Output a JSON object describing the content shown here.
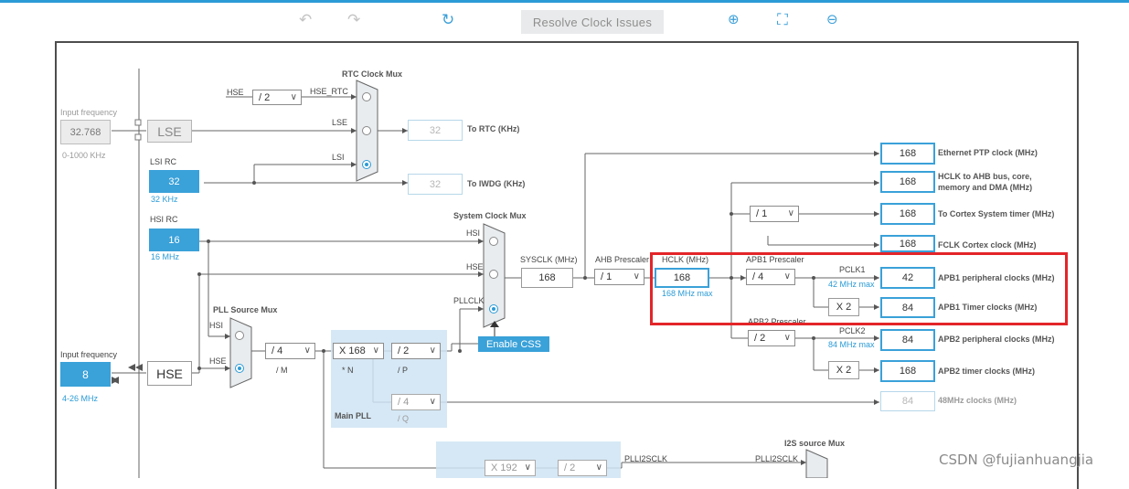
{
  "toolbar": {
    "undo_icon": "undo-icon",
    "redo_icon": "redo-icon",
    "refresh_icon": "refresh-icon",
    "resolve_label": "Resolve Clock Issues",
    "zoom_in_icon": "zoom-in-icon",
    "fit_icon": "fit-screen-icon",
    "zoom_out_icon": "zoom-out-icon",
    "accent": "#2b9bd6"
  },
  "inputs": {
    "lse_freq_label": "Input frequency",
    "lse_freq_value": "32.768",
    "lse_range": "0-1000 KHz",
    "lse_label": "LSE",
    "lsi_rc_label": "LSI RC",
    "lsi_value": "32",
    "lsi_note": "32 KHz",
    "hsi_rc_label": "HSI RC",
    "hsi_value": "16",
    "hsi_note": "16 MHz",
    "hse_freq_label": "Input frequency",
    "hse_value": "8",
    "hse_range": "4-26 MHz",
    "hse_label": "HSE"
  },
  "rtc": {
    "title": "RTC Clock Mux",
    "hse_in": "HSE",
    "div_value": "/ 2",
    "hse_rtc": "HSE_RTC",
    "lse_in": "LSE",
    "lsi_in": "LSI",
    "rtc_out": "32",
    "rtc_label": "To RTC (KHz)",
    "iwdg_out": "32",
    "iwdg_label": "To IWDG (KHz)"
  },
  "sysmux": {
    "title": "System Clock Mux",
    "hsi": "HSI",
    "hse": "HSE",
    "pllclk": "PLLCLK",
    "enable_css": "Enable CSS",
    "sysclk_label": "SYSCLK (MHz)",
    "sysclk_value": "168"
  },
  "ahb": {
    "label": "AHB Prescaler",
    "value": "/ 1",
    "hclk_label": "HCLK (MHz)",
    "hclk_value": "168",
    "hclk_max": "168 MHz max"
  },
  "apb1": {
    "label": "APB1 Prescaler",
    "value": "/ 4",
    "pclk1": "PCLK1",
    "pclk1_max": "42 MHz max",
    "mult": "X 2"
  },
  "apb2": {
    "label": "APB2 Prescaler",
    "value": "/ 2",
    "pclk2": "PCLK2",
    "pclk2_max": "84 MHz max",
    "mult": "X 2"
  },
  "cortex_div": "/ 1",
  "outputs": [
    {
      "value": "168",
      "label": "Ethernet PTP clock (MHz)"
    },
    {
      "value": "168",
      "label": "HCLK to AHB bus, core,"
    },
    {
      "value": "168",
      "label": "To Cortex System timer (MHz)"
    },
    {
      "value": "168",
      "label": "FCLK Cortex clock (MHz)"
    },
    {
      "value": "42",
      "label": "APB1 peripheral clocks (MHz)"
    },
    {
      "value": "84",
      "label": "APB1 Timer clocks (MHz)"
    },
    {
      "value": "84",
      "label": "APB2 peripheral clocks (MHz)"
    },
    {
      "value": "168",
      "label": "APB2 timer clocks (MHz)"
    },
    {
      "value": "84",
      "label": "48MHz clocks (MHz)"
    }
  ],
  "hclk_label_line2": "memory and DMA (MHz)",
  "pll": {
    "src_title": "PLL Source Mux",
    "hsi": "HSI",
    "hse": "HSE",
    "m_value": "/ 4",
    "m_label": "/ M",
    "n_value": "X 168",
    "n_label": "* N",
    "p_value": "/ 2",
    "p_label": "/ P",
    "q_value": "/ 4",
    "q_label": "/ Q",
    "main_label": "Main PLL"
  },
  "i2s": {
    "n_value": "X 192",
    "r_value": "/ 2",
    "out_label": "PLLI2SCLK",
    "mux_title": "I2S source Mux",
    "mux_in": "PLLI2SCLK"
  },
  "watermark": "CSDN @fujianhuangjia",
  "colors": {
    "box_fill": "#3aa1d9",
    "highlight": "#e32529"
  }
}
